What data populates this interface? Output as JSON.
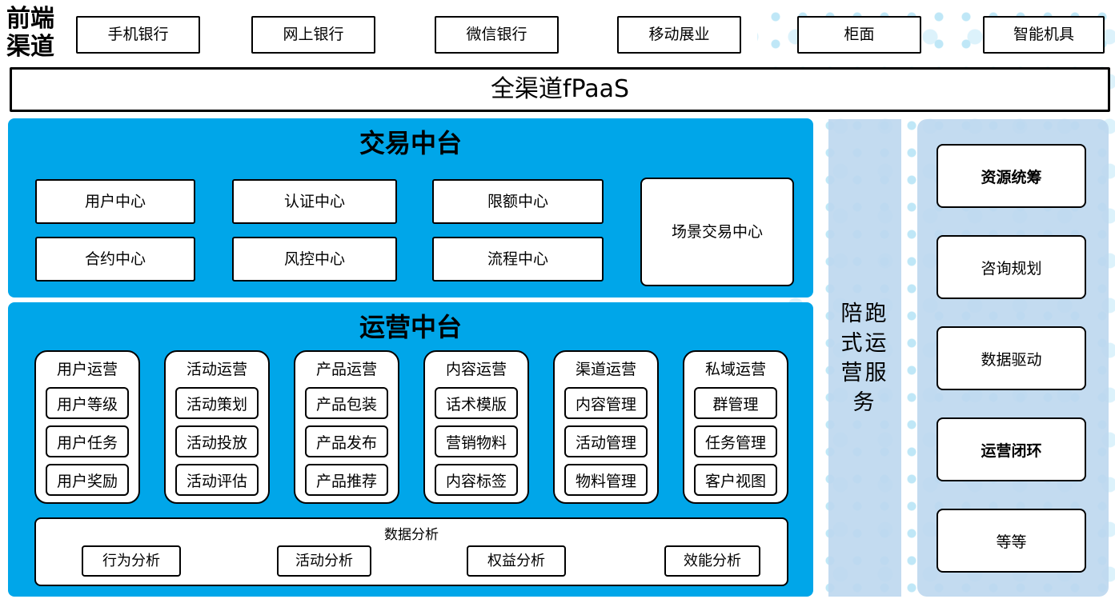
{
  "front_channel_label": "前端渠道",
  "channels": [
    "手机银行",
    "网上银行",
    "微信银行",
    "移动展业",
    "柜面",
    "智能机具"
  ],
  "fpaas_label": "全渠道fPaaS",
  "transaction_platform": {
    "title": "交易中台",
    "row1": [
      "用户中心",
      "认证中心",
      "限额中心"
    ],
    "row2": [
      "合约中心",
      "风控中心",
      "流程中心"
    ],
    "scenario_center": "场景交易中心"
  },
  "operation_platform": {
    "title": "运营中台",
    "groups": [
      {
        "title": "用户运营",
        "items": [
          "用户等级",
          "用户任务",
          "用户奖励"
        ]
      },
      {
        "title": "活动运营",
        "items": [
          "活动策划",
          "活动投放",
          "活动评估"
        ]
      },
      {
        "title": "产品运营",
        "items": [
          "产品包装",
          "产品发布",
          "产品推荐"
        ]
      },
      {
        "title": "内容运营",
        "items": [
          "话术模版",
          "营销物料",
          "内容标签"
        ]
      },
      {
        "title": "渠道运营",
        "items": [
          "内容管理",
          "活动管理",
          "物料管理"
        ]
      },
      {
        "title": "私域运营",
        "items": [
          "群管理",
          "任务管理",
          "客户视图"
        ]
      }
    ],
    "data_analysis": {
      "title": "数据分析",
      "items": [
        "行为分析",
        "活动分析",
        "权益分析",
        "效能分析"
      ]
    }
  },
  "side_strip": {
    "label": "陪跑式运营服务"
  },
  "service_panel": {
    "items": [
      {
        "label": "资源统筹",
        "bold": true
      },
      {
        "label": "咨询规划",
        "bold": false
      },
      {
        "label": "数据驱动",
        "bold": false
      },
      {
        "label": "运营闭环",
        "bold": true
      },
      {
        "label": "等等",
        "bold": false
      }
    ]
  },
  "colors": {
    "platform_blue": "#00a6e9",
    "side_light_blue": "#bdd7ee",
    "dot_cyan": "#bfe7f7",
    "box_border": "#000000"
  }
}
